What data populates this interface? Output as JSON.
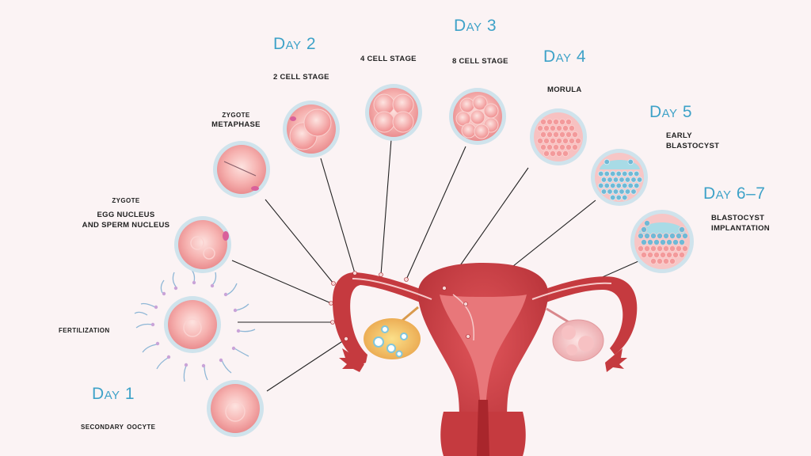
{
  "days": {
    "day1": "Day 1",
    "day2": "Day 2",
    "day3": "Day 3",
    "day4": "Day 4",
    "day5": "Day 5",
    "day67": "Day 6–7"
  },
  "stages": {
    "secondary_oocyte": "Secondary Oocyte",
    "fertilization": "Fertilization",
    "zygote_title": "Zygote",
    "zygote_sub1": "EGG NUCLEUS",
    "zygote_sub2": "AND SPERM NUCLEUS",
    "zygote_meta_title": "Zygote",
    "zygote_meta_sub": "METAPHASE",
    "two_cell": "2 CELL STAGE",
    "four_cell": "4 CELL STAGE",
    "eight_cell": "8 CELL STAGE",
    "morula": "MORULA",
    "early_blast_1": "EARLY",
    "early_blast_2": "BLASTOCYST",
    "blast_impl_1": "BLASTOCYST",
    "blast_impl_2": "IMPLANTATION"
  },
  "colors": {
    "background": "#fbf3f4",
    "day_label": "#3ea2c8",
    "cell_fill": "#f4a5a6",
    "cell_rim": "#bcd6e3",
    "uterus": "#c53a3f",
    "uterus_inner": "#e87a7c",
    "blastocoel": "#a8dbe6",
    "leader_line": "#222222"
  }
}
